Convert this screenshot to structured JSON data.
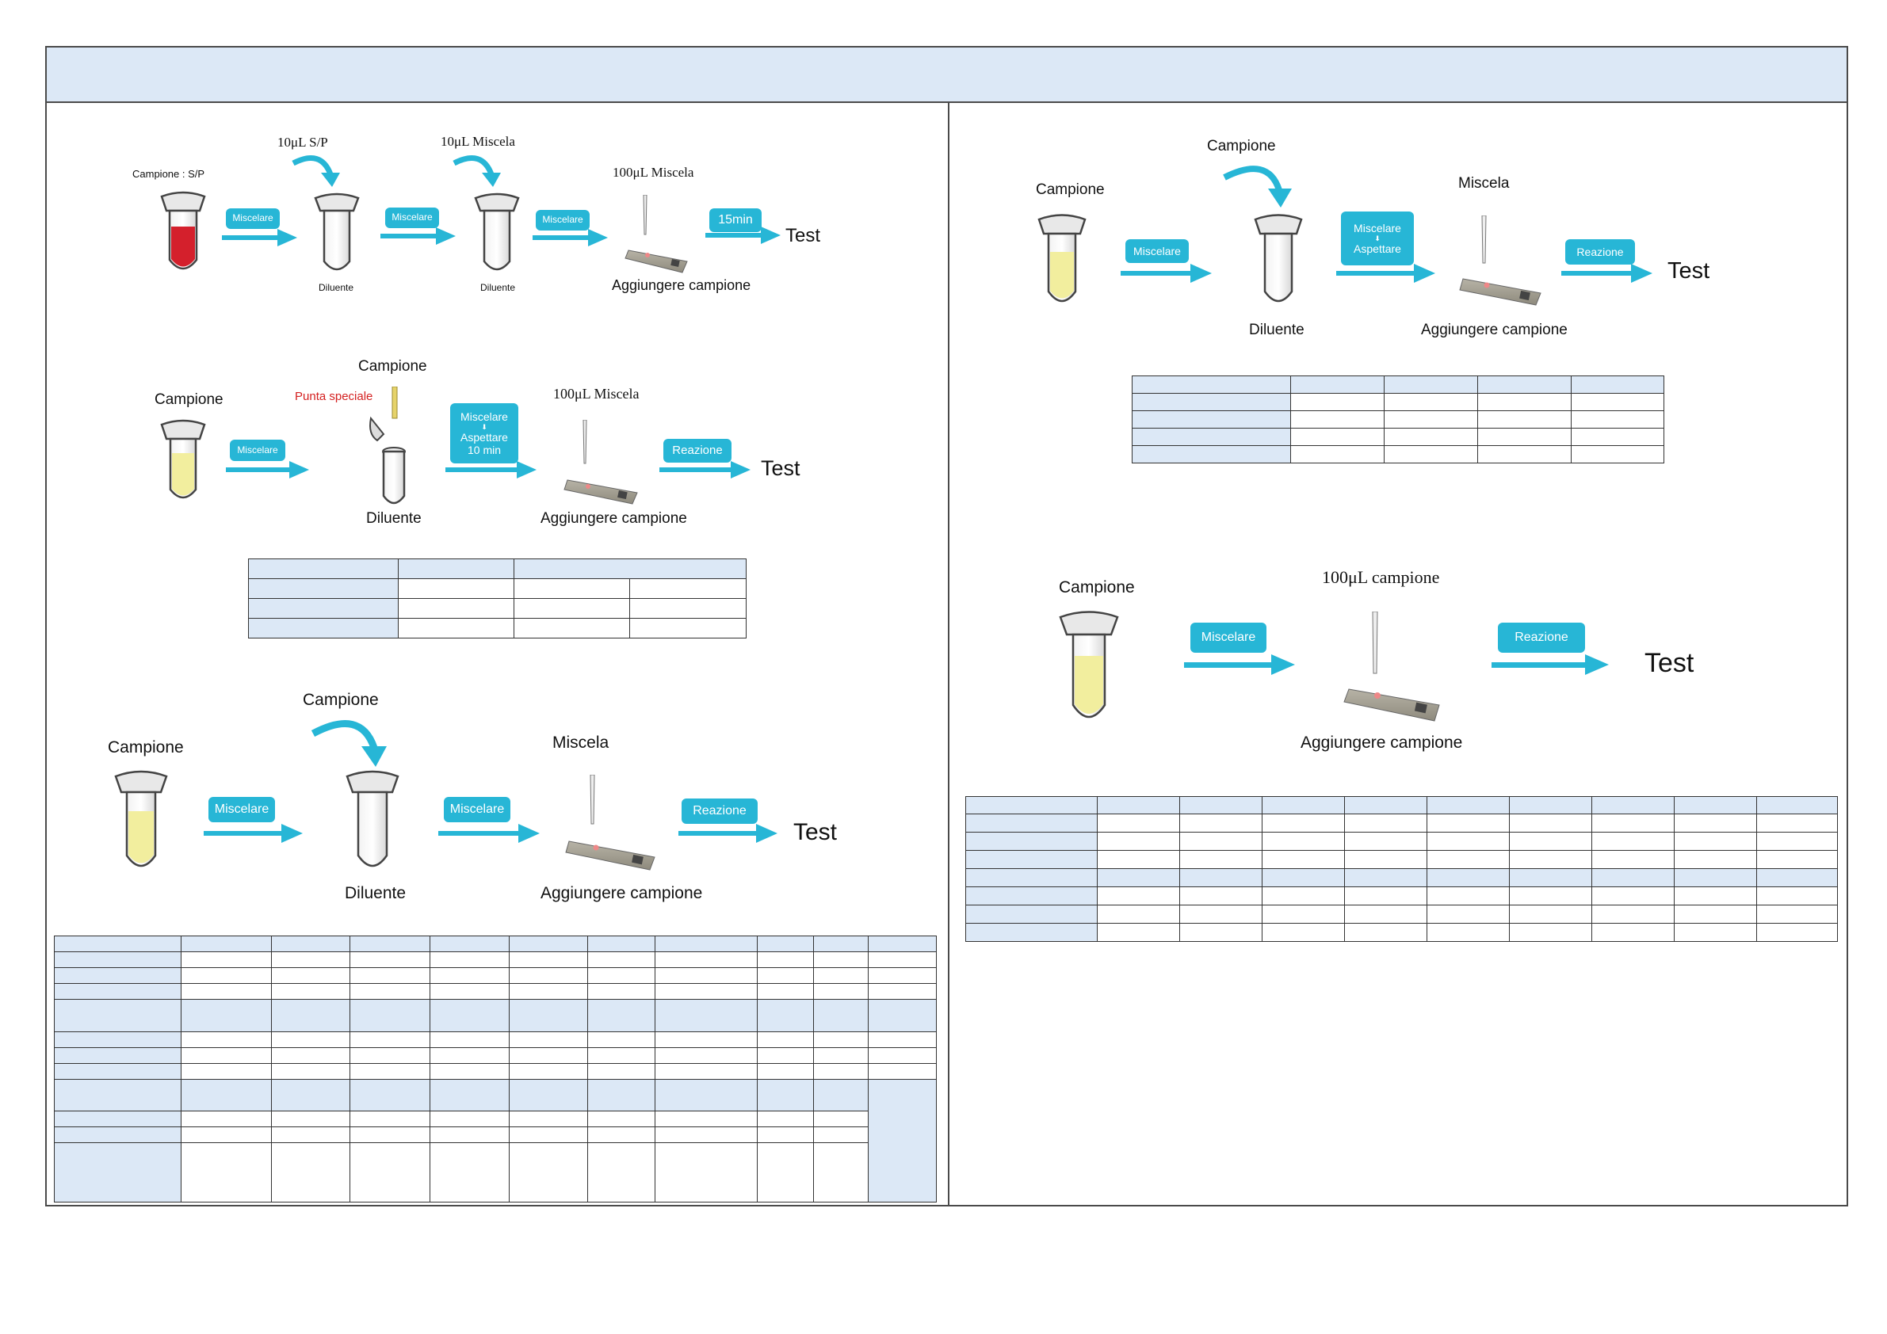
{
  "colors": {
    "step_box": "#27b6d6",
    "header_fill": "#dce8f6",
    "blood_red": "#d4202c",
    "sample_yellow": "#f2ee9e",
    "red_label": "#d42020"
  },
  "flow1": {
    "sample_label": "Campione : S/P",
    "vol1": "10μL S/P",
    "vol2": "10μL Miscela",
    "vol3": "100μL  Miscela",
    "step1": "Miscelare",
    "step2": "Miscelare",
    "step3": "Miscelare",
    "step4": "15min",
    "diluent1": "Diluente",
    "diluent2": "Diluente",
    "add_sample": "Aggiungere campione",
    "test": "Test"
  },
  "flow2": {
    "sample_label": "Campione",
    "sample_top": "Campione",
    "special_tip": "Punta speciale",
    "vol": "100μL  Miscela",
    "step1": "Miscelare",
    "step2_a": "Miscelare",
    "step2_arrow": "⬇",
    "step2_b": "Aspettare",
    "step2_c": "10 min",
    "step3": "Reazione",
    "diluent": "Diluente",
    "add_sample": "Aggiungere campione",
    "test": "Test"
  },
  "flow3": {
    "sample_label": "Campione",
    "sample_top": "Campione",
    "mix_label": "Miscela",
    "step1": "Miscelare",
    "step2": "Miscelare",
    "step3": "Reazione",
    "diluent": "Diluente",
    "add_sample": "Aggiungere campione",
    "test": "Test"
  },
  "flow4": {
    "sample_label": "Campione",
    "sample_top": "Campione",
    "mix_label": "Miscela",
    "step1": "Miscelare",
    "step2_a": "Miscelare",
    "step2_arrow": "⬇",
    "step2_b": "Aspettare",
    "step3": "Reazione",
    "diluent": "Diluente",
    "add_sample": "Aggiungere campione",
    "test": "Test"
  },
  "flow5": {
    "sample_label": "Campione",
    "vol": "100μL campione",
    "step1": "Miscelare",
    "step2": "Reazione",
    "add_sample": "Aggiungere campione",
    "test": "Test"
  }
}
